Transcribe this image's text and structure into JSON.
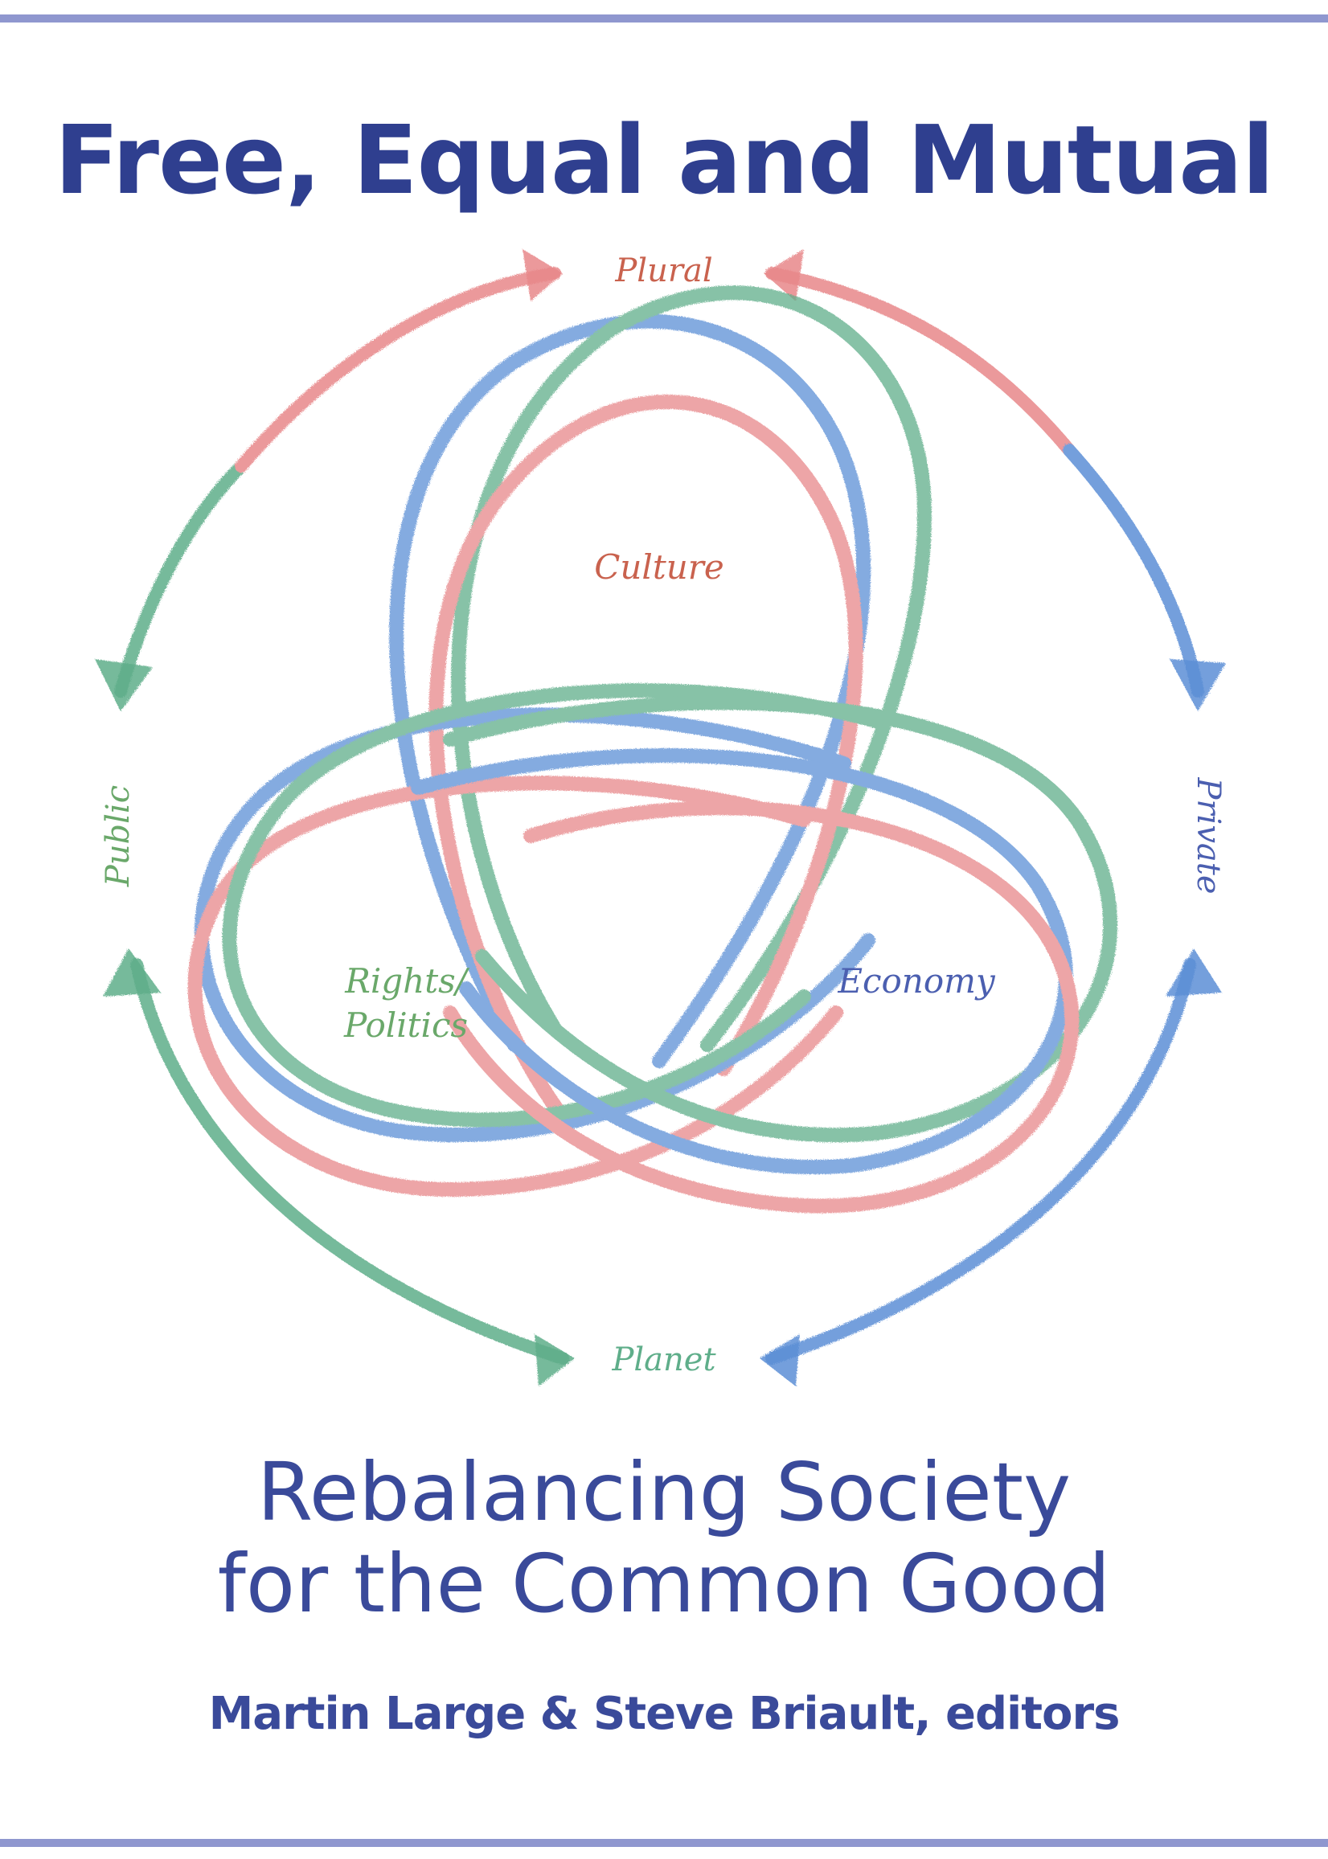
{
  "cover": {
    "title": "Free, Equal and Mutual",
    "subtitle_line1": "Rebalancing Society",
    "subtitle_line2": "for the Common Good",
    "editors": "Martin Large & Steve Briault, editors"
  },
  "diagram": {
    "labels": {
      "top": "Plural",
      "culture": "Culture",
      "left": "Public",
      "right": "Private",
      "rights": "Rights/",
      "politics": "Politics",
      "economy": "Economy",
      "bottom": "Planet"
    }
  },
  "colors": {
    "title": "#2f3f8f",
    "rule": "#8f97cf",
    "red": "#e8888a",
    "green": "#5fae8a",
    "blue": "#5b8fd6",
    "label_red": "#c9624e",
    "label_green": "#6aa86a",
    "label_blue": "#4b5fb0"
  }
}
